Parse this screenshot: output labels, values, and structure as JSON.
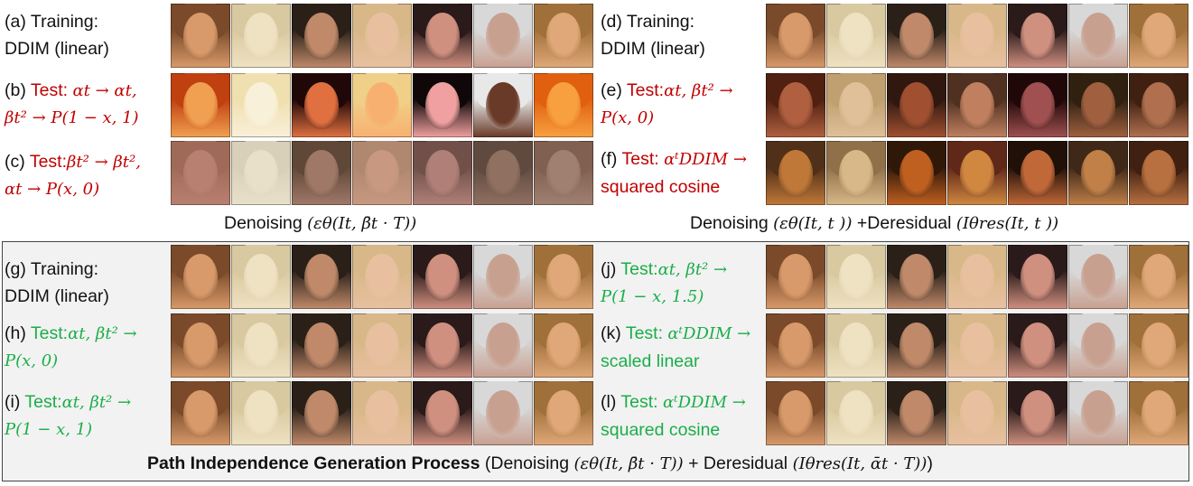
{
  "top_left": {
    "rows": [
      {
        "id": "a",
        "line1": "(a) Training:",
        "line2": "DDIM (linear)",
        "tone": "normal"
      },
      {
        "id": "b",
        "line1_prefix": "(b) ",
        "line1_red": "Test: ",
        "line1_math": "αt → αt,",
        "line2_math": "βt² → P(1 − x, 1)",
        "tone": "red"
      },
      {
        "id": "c",
        "line1_prefix": "(c) ",
        "line1_red": "Test:",
        "line1_math": "βt² → βt²,",
        "line2_math": "αt → P(x, 0)",
        "tone": "red"
      }
    ],
    "caption_text": "Denoising ",
    "caption_math": "(εθ(It, β̄t · T))"
  },
  "top_right": {
    "rows": [
      {
        "id": "d",
        "line1": "(d) Training:",
        "line2": "DDIM (linear)",
        "tone": "normal"
      },
      {
        "id": "e",
        "line1_prefix": "(e) ",
        "line1_red": "Test:",
        "line1_math": "αt, βt² →",
        "line2_math": "P(x, 0)",
        "tone": "red"
      },
      {
        "id": "f",
        "line1_prefix": "(f) ",
        "line1_red": "Test: ",
        "line1_math": "αᵗDDIM →",
        "line2_text": "squared cosine",
        "tone": "red"
      }
    ],
    "caption_text": "Denoising ",
    "caption_math": "(εθ(It, t ))",
    "caption_text2": " +Deresidual ",
    "caption_math2": "(Iθres(It, t ))"
  },
  "bottom_panel": {
    "left_rows": [
      {
        "id": "g",
        "line1": "(g) Training:",
        "line2": "DDIM (linear)"
      },
      {
        "id": "h",
        "line1_prefix": "(h) ",
        "line1_green": "Test:",
        "line1_math": "αt, βt² →",
        "line2_math": "P(x, 0)"
      },
      {
        "id": "i",
        "line1_prefix": "(i) ",
        "line1_green": "Test:",
        "line1_math": "αt, βt² →",
        "line2_math": "P(1 − x, 1)"
      }
    ],
    "right_rows": [
      {
        "id": "j",
        "line1_prefix": "(j) ",
        "line1_green": "Test:",
        "line1_math": "αt, βt² →",
        "line2_math": "P(1 − x, 1.5)"
      },
      {
        "id": "k",
        "line1_prefix": "(k) ",
        "line1_green": "Test: ",
        "line1_math": "αᵗDDIM →",
        "line2_text": "scaled linear"
      },
      {
        "id": "l",
        "line1_prefix": "(l) ",
        "line1_green": "Test: ",
        "line1_math": "αᵗDDIM →",
        "line2_text": "squared cosine"
      }
    ],
    "caption_bold": "Path Independence Generation Process",
    "caption_text": " (Denoising ",
    "caption_math": "(εθ(It, β̄t · T))",
    "caption_text2": " + Deresidual ",
    "caption_math2": "(Iθres(It, ᾱt · T))",
    "caption_close": ")"
  },
  "colors": {
    "red": "#c00000",
    "green": "#1aae48",
    "panel_bg": "#f2f2f2",
    "panel_border": "#444444"
  },
  "face_tones": {
    "normal": [
      [
        "#d89a6a",
        "#7a4a2a"
      ],
      [
        "#efe2c2",
        "#d8c9a0"
      ],
      [
        "#c08a6a",
        "#2a2018"
      ],
      [
        "#e8c0a0",
        "#d8b888"
      ],
      [
        "#d09080",
        "#2a1a1a"
      ],
      [
        "#c8a090",
        "#d8d8d8"
      ],
      [
        "#e0a878",
        "#a0703a"
      ]
    ],
    "b": [
      [
        "#f0a050",
        "#c04010"
      ],
      [
        "#f8f0d8",
        "#f0e0b0"
      ],
      [
        "#e07040",
        "#200808"
      ],
      [
        "#f8b070",
        "#f0d088"
      ],
      [
        "#f0a0a0",
        "#100808"
      ],
      [
        "#6a3a28",
        "#e8e8e8"
      ],
      [
        "#f8a040",
        "#e06010"
      ]
    ],
    "c": [
      [
        "#b88070",
        "#a06a58"
      ],
      [
        "#e8e0c8",
        "#d8d0b8"
      ],
      [
        "#a07868",
        "#604838"
      ],
      [
        "#c89880",
        "#b08870"
      ],
      [
        "#b08078",
        "#705048"
      ],
      [
        "#907060",
        "#604a40"
      ],
      [
        "#a08070",
        "#806050"
      ]
    ],
    "e": [
      [
        "#b06040",
        "#502010"
      ],
      [
        "#e0c098",
        "#c0a070"
      ],
      [
        "#a05030",
        "#301810"
      ],
      [
        "#c08060",
        "#503020"
      ],
      [
        "#a05050",
        "#200808"
      ],
      [
        "#a06040",
        "#302010"
      ],
      [
        "#b07050",
        "#402010"
      ]
    ],
    "f": [
      [
        "#c07838",
        "#503018"
      ],
      [
        "#d8b888",
        "#907048"
      ],
      [
        "#c06020",
        "#301808"
      ],
      [
        "#d08840",
        "#602818"
      ],
      [
        "#c06838",
        "#201008"
      ],
      [
        "#c08048",
        "#402818"
      ],
      [
        "#b87040",
        "#402010"
      ]
    ]
  }
}
